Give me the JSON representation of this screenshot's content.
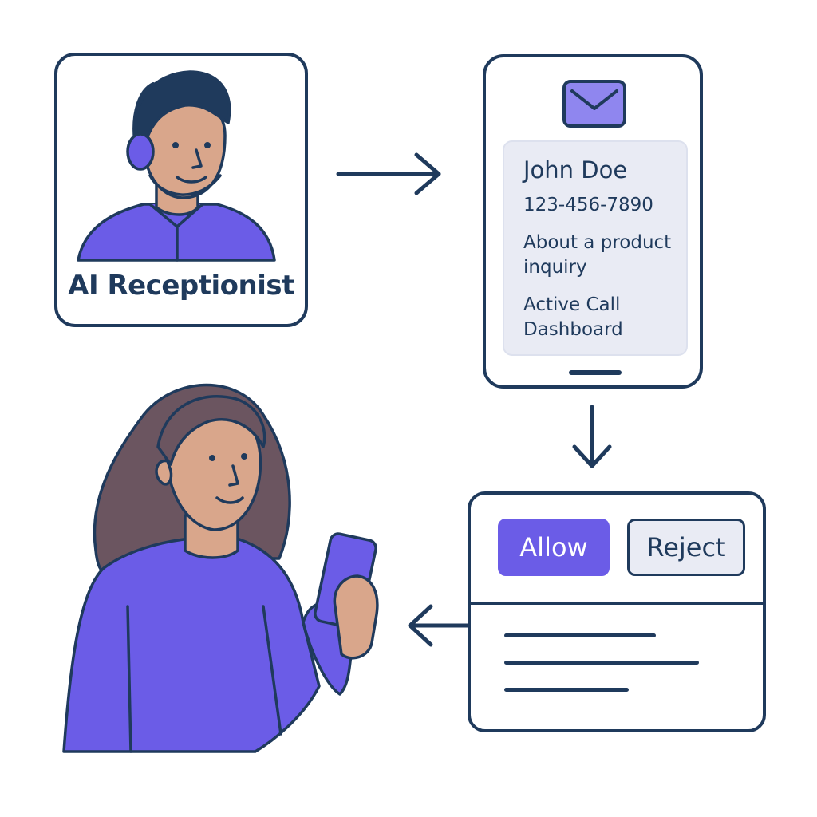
{
  "ai_card": {
    "label": "AI Receptionist"
  },
  "phone": {
    "icon": "envelope-icon",
    "caller_name": "John Doe",
    "caller_number": "123-456-7890",
    "reason": "About a product inquiry",
    "view": "Active Call Dashboard"
  },
  "dialog": {
    "allow_label": "Allow",
    "reject_label": "Reject"
  },
  "colors": {
    "outline": "#1f3a5c",
    "accent": "#6b5ce7",
    "panel": "#e9ebf4",
    "skin": "#d9a68b",
    "hair_woman": "#6b5560"
  }
}
